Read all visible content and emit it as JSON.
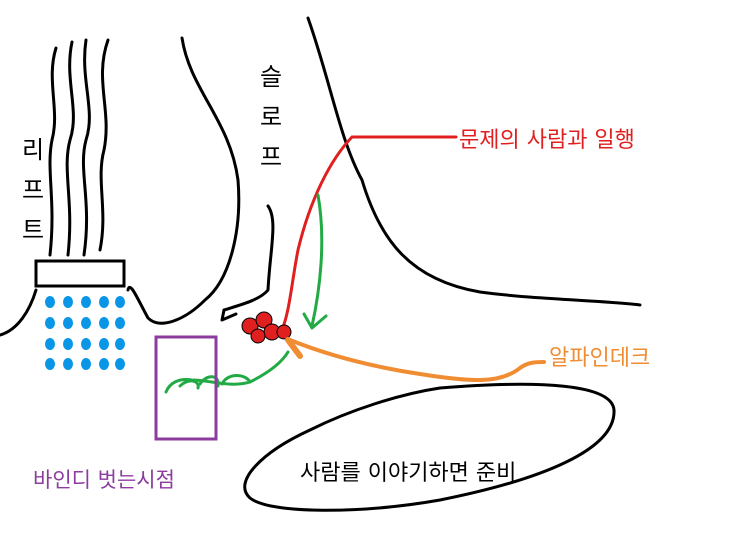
{
  "labels": {
    "lift": [
      "리",
      "프",
      "트"
    ],
    "slope": [
      "슬",
      "로",
      "프"
    ],
    "group": "문제의 사람과 일행",
    "deck": "알파인데크",
    "binding": "바인디 벗는시점",
    "prep": "사람를 이야기하면 준비"
  },
  "colors": {
    "ink": "#000000",
    "group": "#e02020",
    "deck": "#f08c32",
    "binding": "#8c3c9e",
    "path": "#22aa44",
    "chairs": "#0a96e6"
  }
}
